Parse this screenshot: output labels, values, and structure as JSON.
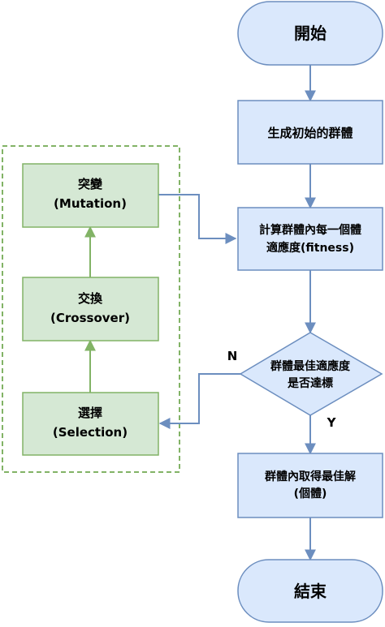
{
  "nodes": {
    "start": {
      "label": "開始"
    },
    "init": {
      "label": "生成初始的群體"
    },
    "fitness": {
      "line1": "計算群體內每一個體",
      "line2": "適應度(fitness)"
    },
    "decision": {
      "line1": "群體最佳適應度",
      "line2": "是否達標"
    },
    "best": {
      "line1": "群體內取得最佳解",
      "line2": "(個體)"
    },
    "end": {
      "label": "結束"
    },
    "mutation": {
      "line1": "突變",
      "line2": "(Mutation)"
    },
    "crossover": {
      "line1": "交換",
      "line2": "(Crossover)"
    },
    "selection": {
      "line1": "選擇",
      "line2": "(Selection)"
    }
  },
  "edge_labels": {
    "no": "N",
    "yes": "Y"
  },
  "colors": {
    "main_fill": "#dae8fc",
    "main_stroke": "#6c8ebf",
    "ga_fill": "#d5e8d4",
    "ga_stroke": "#82b366",
    "edge_blue": "#6c8ebf",
    "edge_green": "#82b366"
  }
}
